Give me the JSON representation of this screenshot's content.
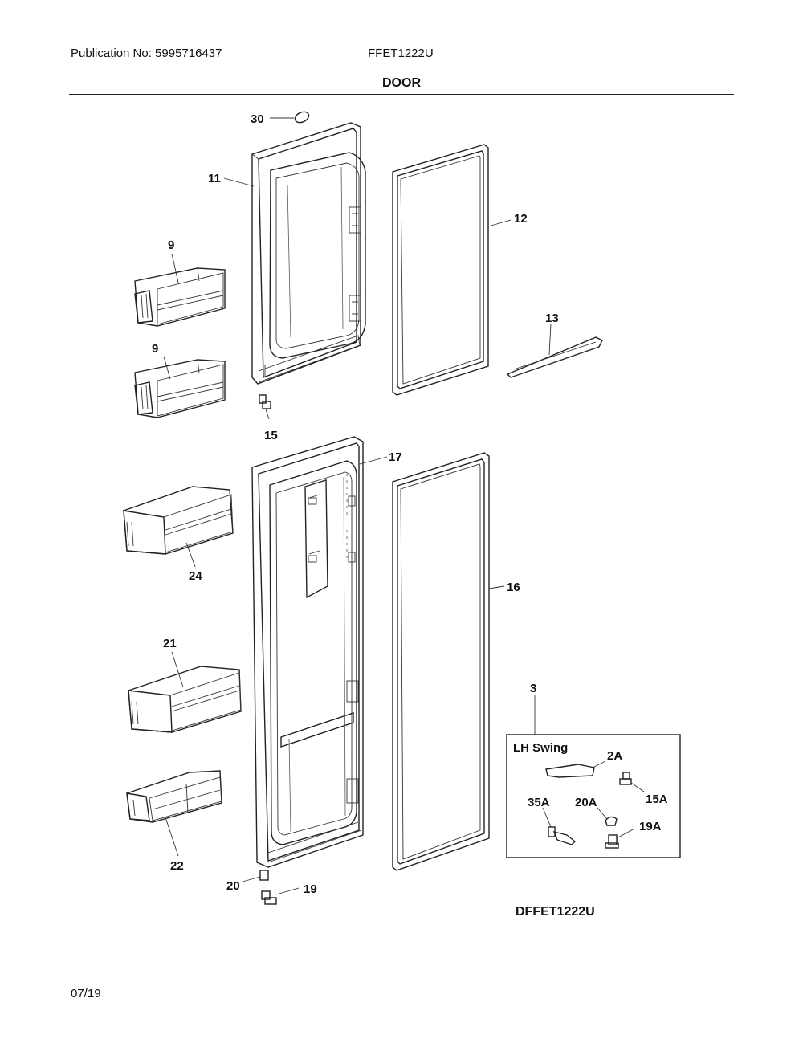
{
  "header": {
    "publication": "Publication No: 5995716437",
    "model": "FFET1222U",
    "section_title": "DOOR"
  },
  "callouts": {
    "c30": "30",
    "c11": "11",
    "c12": "12",
    "c9a": "9",
    "c9b": "9",
    "c13": "13",
    "c15": "15",
    "c17": "17",
    "c24": "24",
    "c16": "16",
    "c21": "21",
    "c3": "3",
    "c22": "22",
    "c20": "20",
    "c19": "19"
  },
  "inset": {
    "title": "LH Swing",
    "c2A": "2A",
    "c15A": "15A",
    "c35A": "35A",
    "c20A": "20A",
    "c19A": "19A"
  },
  "footer": {
    "diagram_code": "DFFET1222U",
    "date": "07/19"
  }
}
